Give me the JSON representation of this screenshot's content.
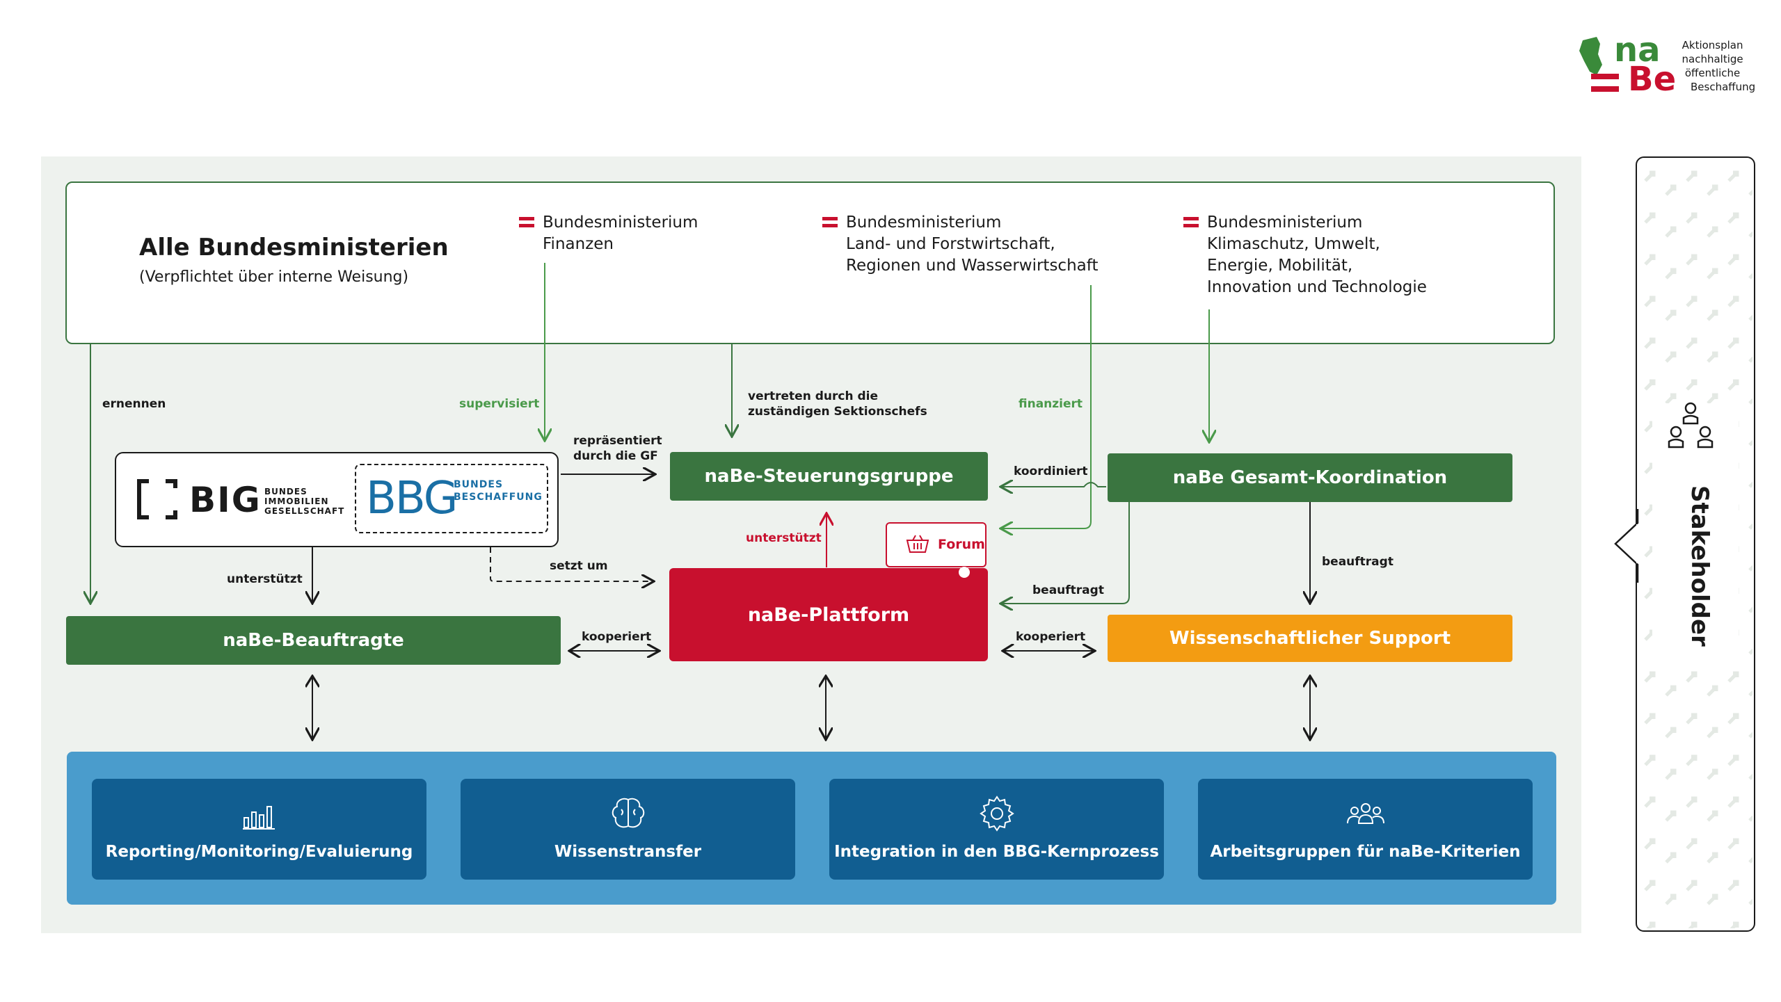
{
  "logo": {
    "wordmark_top": "na",
    "wordmark_bottom": "Be",
    "lines": [
      "Aktionsplan",
      "nachhaltige",
      "öffentliche",
      "Beschaffung"
    ]
  },
  "ministries_box": {
    "title": "Alle Bundesministerien",
    "subtitle": "(Verpflichtet über interne Weisung)"
  },
  "ministries": [
    {
      "head": "Bundesministerium",
      "lines": [
        "Finanzen"
      ]
    },
    {
      "head": "Bundesministerium",
      "lines": [
        "Land- und Forstwirtschaft,",
        "Regionen und Wasserwirtschaft"
      ]
    },
    {
      "head": "Bundesministerium",
      "lines": [
        "Klimaschutz, Umwelt,",
        "Energie, Mobilität,",
        "Innovation und Technologie"
      ]
    }
  ],
  "big_logo": {
    "big": "BIG",
    "big_sub": [
      "BUNDES",
      "IMMOBILIEN",
      "GESELLSCHAFT"
    ],
    "bbg": "BBG",
    "bbg_sub": [
      "BUNDES",
      "BESCHAFFUNG"
    ]
  },
  "nodes": {
    "steuerung": "naBe-Steuerungsgruppe",
    "koordination": "naBe Gesamt-Koordination",
    "plattform": "naBe-Plattform",
    "beauftragte": "naBe-Beauftragte",
    "support": "Wissenschaftlicher Support",
    "forum": "Forum"
  },
  "edge_labels": {
    "ernennen": "ernennen",
    "supervisiert": "supervisiert",
    "vertreten_1": "vertreten durch die",
    "vertreten_2": "zuständigen Sektionschefs",
    "finanziert": "finanziert",
    "repraesentiert_1": "repräsentiert",
    "repraesentiert_2": "durch die GF",
    "koordiniert": "koordiniert",
    "unterstuetzt_red": "unterstützt",
    "unterstuetzt": "unterstützt",
    "setzt_um": "setzt um",
    "beauftragt_left": "beauftragt",
    "beauftragt_right": "beauftragt",
    "kooperiert_left": "kooperiert",
    "kooperiert_right": "kooperiert"
  },
  "cards": [
    {
      "label": "Reporting/Monitoring/Evaluierung",
      "icon": "bar-chart-icon"
    },
    {
      "label": "Wissenstransfer",
      "icon": "brain-icon"
    },
    {
      "label": "Integration in den BBG-Kernprozess",
      "icon": "gear-icon"
    },
    {
      "label": "Arbeitsgruppen für naBe-Kriterien",
      "icon": "people-group-icon"
    }
  ],
  "stakeholder": {
    "label": "Stakeholder",
    "icon": "people-icon"
  },
  "colors": {
    "green": "#3a7540",
    "red": "#c8102e",
    "orange": "#f39c12",
    "blue_dark": "#115e91",
    "blue_light": "#4a9ccc",
    "panel": "#eef2ee"
  }
}
